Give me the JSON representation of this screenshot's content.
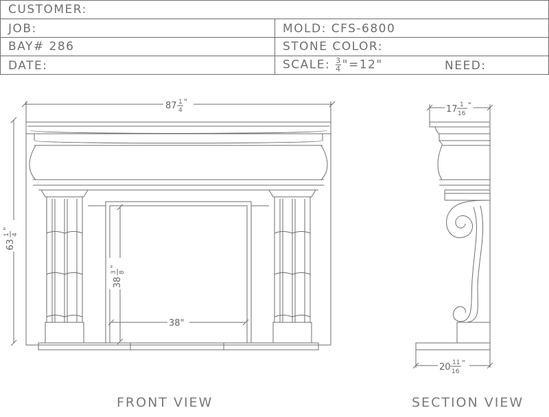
{
  "title_block": {
    "customer_label": "CUSTOMER:",
    "job_label": "JOB:",
    "bay_label": "BAY# 286",
    "date_label": "DATE:",
    "mold_label": "MOLD: CFS-6800",
    "stone_color_label": "STONE COLOR:",
    "scale_prefix": "SCALE:",
    "scale_num": "3",
    "scale_den": "4",
    "scale_suffix": "\"=12\"",
    "need_label": "NEED:"
  },
  "front_view": {
    "label": "FRONT VIEW",
    "overall_width": {
      "whole": "87",
      "num": "1",
      "den": "4"
    },
    "overall_height": {
      "whole": "63",
      "num": "1",
      "den": "4"
    },
    "opening_height": {
      "whole": "38",
      "num": "3",
      "den": "8"
    },
    "opening_width": "38\""
  },
  "section_view": {
    "label": "SECTION VIEW",
    "top_depth": {
      "whole": "17",
      "num": "1",
      "den": "16"
    },
    "base_depth": {
      "whole": "20",
      "num": "11",
      "den": "16"
    }
  },
  "colors": {
    "line": "#6e6e6e"
  }
}
